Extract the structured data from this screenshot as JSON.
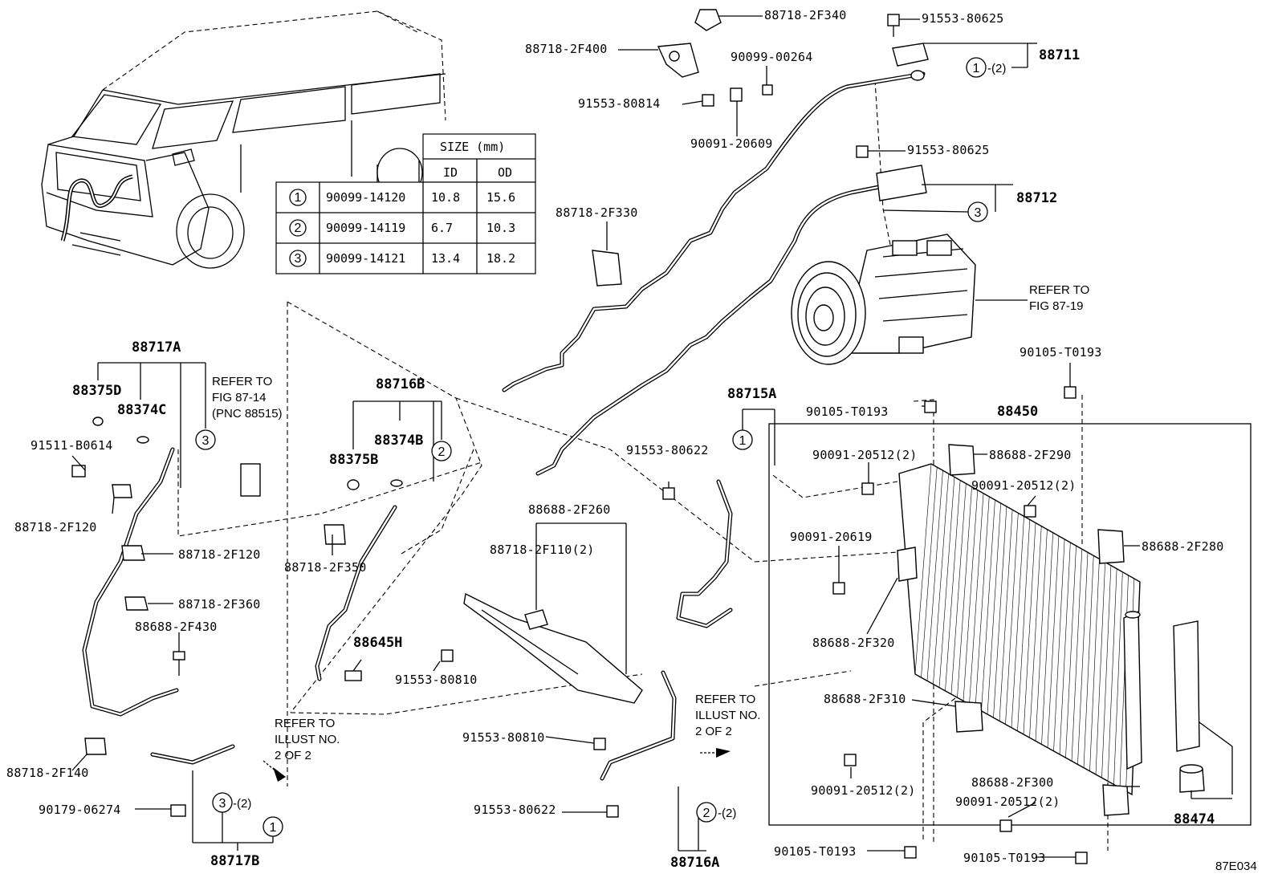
{
  "figure_code": "87E034",
  "size_table": {
    "header": "SIZE (mm)",
    "col_id": "ID",
    "col_od": "OD",
    "rows": [
      {
        "ref": "1",
        "part": "90099-14120",
        "id": "10.8",
        "od": "15.6"
      },
      {
        "ref": "2",
        "part": "90099-14119",
        "id": "6.7",
        "od": "10.3"
      },
      {
        "ref": "3",
        "part": "90099-14121",
        "id": "13.4",
        "od": "18.2"
      }
    ]
  },
  "notes": {
    "compressor_1": "REFER TO",
    "compressor_2": "FIG 87-19",
    "fig8714_1": "REFER TO",
    "fig8714_2": "FIG 87-14",
    "fig8714_3": "(PNC 88515)",
    "illust_left_1": "REFER TO",
    "illust_left_2": "ILLUST NO.",
    "illust_left_3": "2 OF 2",
    "illust_mid_1": "REFER TO",
    "illust_mid_2": "ILLUST NO.",
    "illust_mid_3": "2 OF 2"
  },
  "callouts": {
    "c1": "1",
    "c2": "2",
    "c3": "3",
    "qty2": "-(2)"
  },
  "labels": {
    "p88718_2F340": "88718-2F340",
    "p91553_80625_a": "91553-80625",
    "p88711": "88711",
    "p88718_2F400": "88718-2F400",
    "p90099_00264": "90099-00264",
    "p91553_80814": "91553-80814",
    "p90091_20609": "90091-20609",
    "p91553_80625_b": "91553-80625",
    "p88712": "88712",
    "p88718_2F330": "88718-2F330",
    "p88717A": "88717A",
    "p88375D": "88375D",
    "p88374C": "88374C",
    "p91511_B0614": "91511-B0614",
    "p88718_2F120_a": "88718-2F120",
    "p88718_2F120_b": "88718-2F120",
    "p88718_2F360": "88718-2F360",
    "p88688_2F430": "88688-2F430",
    "p88718_2F140": "88718-2F140",
    "p90179_06274": "90179-06274",
    "p88717B": "88717B",
    "p88716B": "88716B",
    "p88374B": "88374B",
    "p88375B": "88375B",
    "p88718_2F350": "88718-2F350",
    "p88645H": "88645H",
    "p91553_80810_a": "91553-80810",
    "p91553_80810_b": "91553-80810",
    "p88688_2F260": "88688-2F260",
    "p88718_2F110": "88718-2F110(2)",
    "p91553_80622_a": "91553-80622",
    "p91553_80622_b": "91553-80622",
    "p88716A": "88716A",
    "p88715A": "88715A",
    "p90105_T0193_a": "90105-T0193",
    "p90105_T0193_b": "90105-T0193",
    "p90105_T0193_c": "90105-T0193",
    "p90105_T0193_d": "90105-T0193",
    "p88450": "88450",
    "p90091_20512_a": "90091-20512(2)",
    "p90091_20512_b": "90091-20512(2)",
    "p90091_20512_c": "90091-20512(2)",
    "p90091_20512_d": "90091-20512(2)",
    "p88688_2F290": "88688-2F290",
    "p88688_2F280": "88688-2F280",
    "p90091_20619": "90091-20619",
    "p88688_2F320": "88688-2F320",
    "p88688_2F310": "88688-2F310",
    "p88688_2F300": "88688-2F300",
    "p88474": "88474"
  }
}
